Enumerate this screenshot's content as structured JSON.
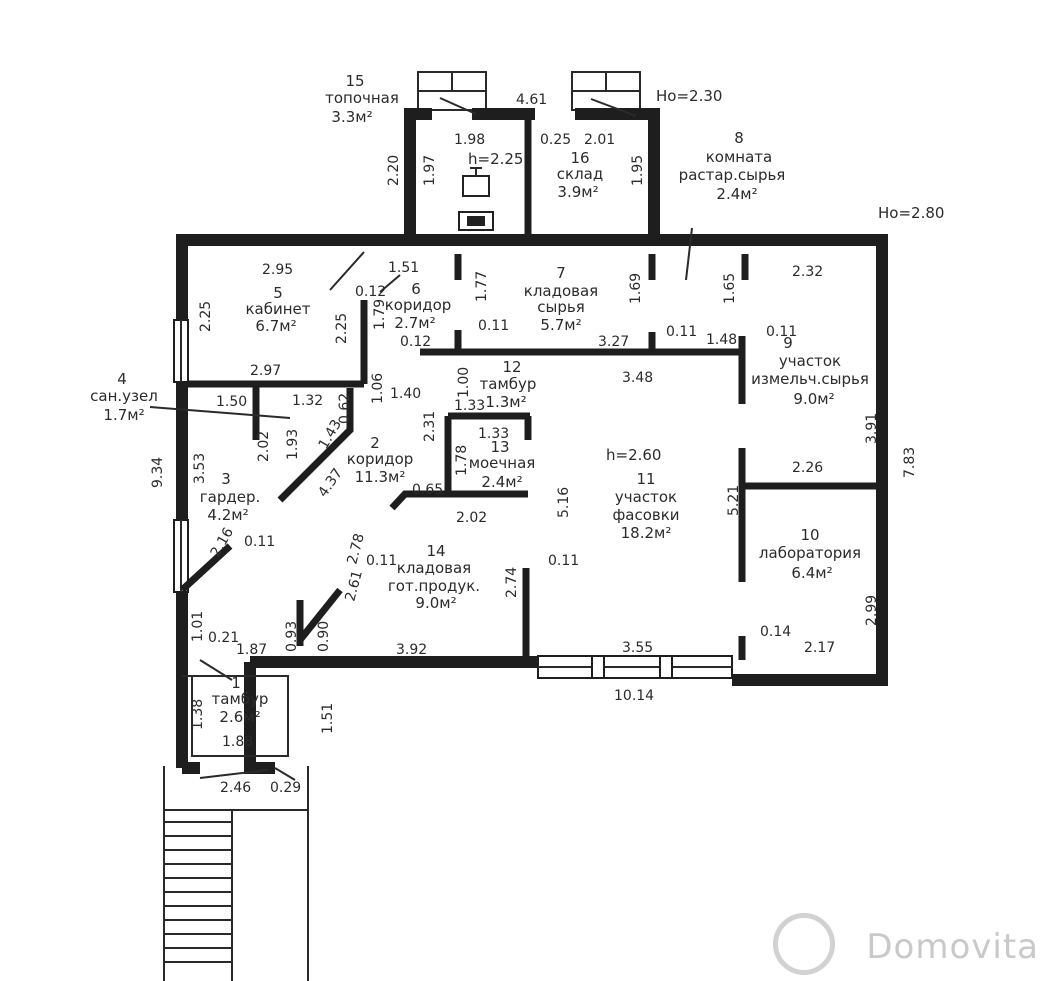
{
  "heights": {
    "h_upper": "Ho=2.30",
    "h_main": "Ho=2.80",
    "h_boiler": "h=2.25",
    "h_hall": "h=2.60"
  },
  "rooms": [
    {
      "num": "1",
      "name": "тамбур",
      "area": "2.6м²"
    },
    {
      "num": "2",
      "name": "коридор",
      "area": "11.3м²"
    },
    {
      "num": "3",
      "name": "гардер.",
      "area": "4.2м²"
    },
    {
      "num": "4",
      "name": "сан.узел",
      "area": "1.7м²"
    },
    {
      "num": "5",
      "name": "кабинет",
      "area": "6.7м²"
    },
    {
      "num": "6",
      "name": "коридор",
      "area": "2.7м²"
    },
    {
      "num": "7",
      "name": "кладовая",
      "name2": "сырья",
      "area": "5.7м²"
    },
    {
      "num": "8",
      "name": "комната",
      "name2": "растар.сырья",
      "area": "2.4м²"
    },
    {
      "num": "9",
      "name": "участок",
      "name2": "измельч.сырья",
      "area": "9.0м²"
    },
    {
      "num": "10",
      "name": "лаборатория",
      "area": "6.4м²"
    },
    {
      "num": "11",
      "name": "участок",
      "name2": "фасовки",
      "area": "18.2м²"
    },
    {
      "num": "12",
      "name": "тамбур",
      "area": "1.3м²"
    },
    {
      "num": "13",
      "name": "моечная",
      "area": "2.4м²"
    },
    {
      "num": "14",
      "name": "кладовая",
      "name2": "гот.продук.",
      "area": "9.0м²"
    },
    {
      "num": "15",
      "name": "топочная",
      "area": "3.3м²"
    },
    {
      "num": "16",
      "name": "склад",
      "area": "3.9м²"
    }
  ],
  "dims": {
    "d461": "4.61",
    "d198": "1.98",
    "d025": "0.25",
    "d201": "2.01",
    "d220": "2.20",
    "d197": "1.97",
    "d195": "1.95",
    "d295": "2.95",
    "d151a": "1.51",
    "d177": "1.77",
    "d169": "1.69",
    "d165": "1.65",
    "d232": "2.32",
    "d012a": "0.12",
    "d179": "1.79",
    "d225a": "2.25",
    "d225b": "2.25",
    "d011a": "0.11",
    "d012b": "0.12",
    "d327": "3.27",
    "d011b": "0.11",
    "d148": "1.48",
    "d011c": "0.11",
    "d297": "2.97",
    "d348": "3.48",
    "d100": "1.00",
    "d133a": "1.33",
    "d140": "1.40",
    "d106": "1.06",
    "d150": "1.50",
    "d132": "1.32",
    "d062": "0.62",
    "d193": "1.93",
    "d143": "1.43",
    "d231": "2.31",
    "d133b": "1.33",
    "d178": "1.78",
    "d202a": "2.02",
    "d437": "4.37",
    "d353": "3.53",
    "d934": "9.34",
    "d065": "0.65",
    "d202b": "2.02",
    "d516": "5.16",
    "d521": "5.21",
    "d226": "2.26",
    "d391": "3.91",
    "d783": "7.83",
    "d216": "2.16",
    "d011d": "0.11",
    "d278": "2.78",
    "d011e": "0.11",
    "d261": "2.61",
    "d274": "2.74",
    "d011f": "0.11",
    "d299": "2.99",
    "d093": "0.93",
    "d090": "0.90",
    "d101": "1.01",
    "d021": "0.21",
    "d187": "1.87",
    "d392": "3.92",
    "d355": "3.55",
    "d014": "0.14",
    "d217": "2.17",
    "d1014": "10.14",
    "d138": "1.38",
    "d188": "1.88",
    "d151b": "1.51",
    "d246": "2.46",
    "d029": "0.29"
  },
  "watermark": "Domovita"
}
